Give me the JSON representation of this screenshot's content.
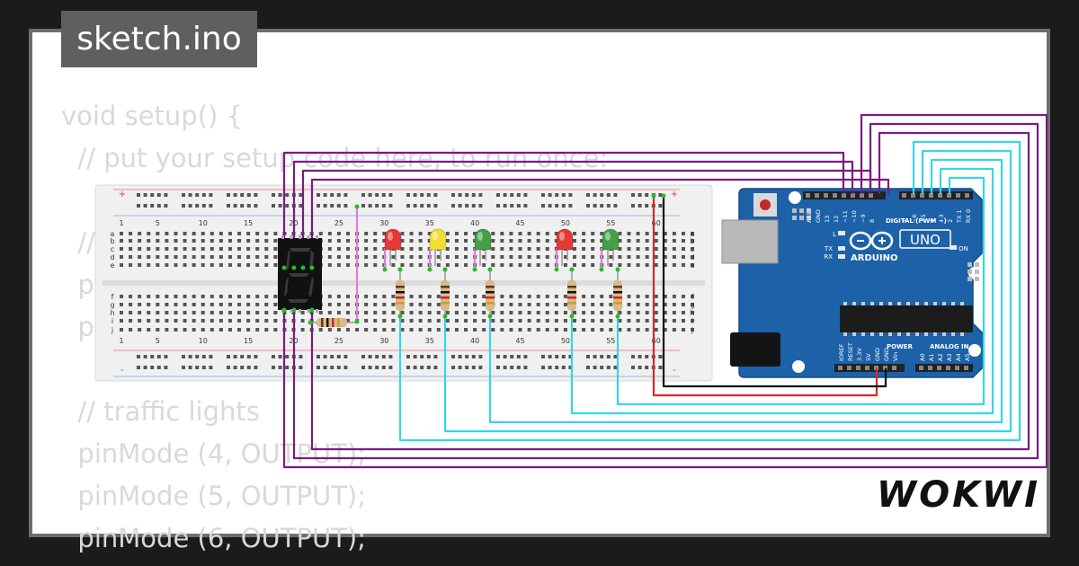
{
  "tab": {
    "title": "sketch.ino"
  },
  "code_lines": [
    "void setup() {",
    "  // put your setup code here, to run once:",
    "",
    "  //",
    "  p",
    "  p",
    "",
    "  // traffic lights",
    "  pinMode (4, OUTPUT);",
    "  pinMode (5, OUTPUT);",
    "  pinMode (6, OUTPUT);"
  ],
  "brand": {
    "name": "WOKWI"
  },
  "breadboard": {
    "column_numbers": [
      "1",
      "5",
      "10",
      "15",
      "20",
      "25",
      "30",
      "35",
      "40",
      "45",
      "50",
      "55",
      "60"
    ],
    "row_letters_top": [
      "a",
      "b",
      "c",
      "d",
      "e"
    ],
    "row_letters_bottom": [
      "f",
      "g",
      "h",
      "i",
      "j"
    ],
    "rail_plus": "+",
    "rail_minus": "-"
  },
  "leds": [
    {
      "color": "#e53935"
    },
    {
      "color": "#f2dd30"
    },
    {
      "color": "#43a047"
    },
    {
      "color": "#e53935"
    },
    {
      "color": "#43a047"
    }
  ],
  "seven_segment": {
    "digit": "8"
  },
  "arduino": {
    "model": "UNO",
    "brand": "ARDUINO",
    "digital_label": "DIGITAL (PWM ~)",
    "power_label": "POWER",
    "analog_label": "ANALOG IN",
    "on_label": "ON",
    "l_label": "L",
    "tx_label": "TX",
    "rx_label": "RX",
    "top_pins": [
      "AREF",
      "GND",
      "13",
      "12",
      "~11",
      "~10",
      "~9",
      "8",
      "7",
      "~6",
      "~5",
      "4",
      "~3",
      "2",
      "TX 1",
      "RX 0"
    ],
    "power_pins": [
      "IOREF",
      "RESET",
      "3.3V",
      "5V",
      "GND",
      "GND",
      "Vin"
    ],
    "analog_pins": [
      "A0",
      "A1",
      "A2",
      "A3",
      "A4",
      "A5"
    ],
    "board_color": "#1d62a8"
  },
  "wire_colors": {
    "purple": "#7b1a80",
    "cyan": "#35d6e6",
    "pink": "#e77ad9",
    "red": "#d62a2a",
    "black": "#111111",
    "green": "#20c020"
  }
}
